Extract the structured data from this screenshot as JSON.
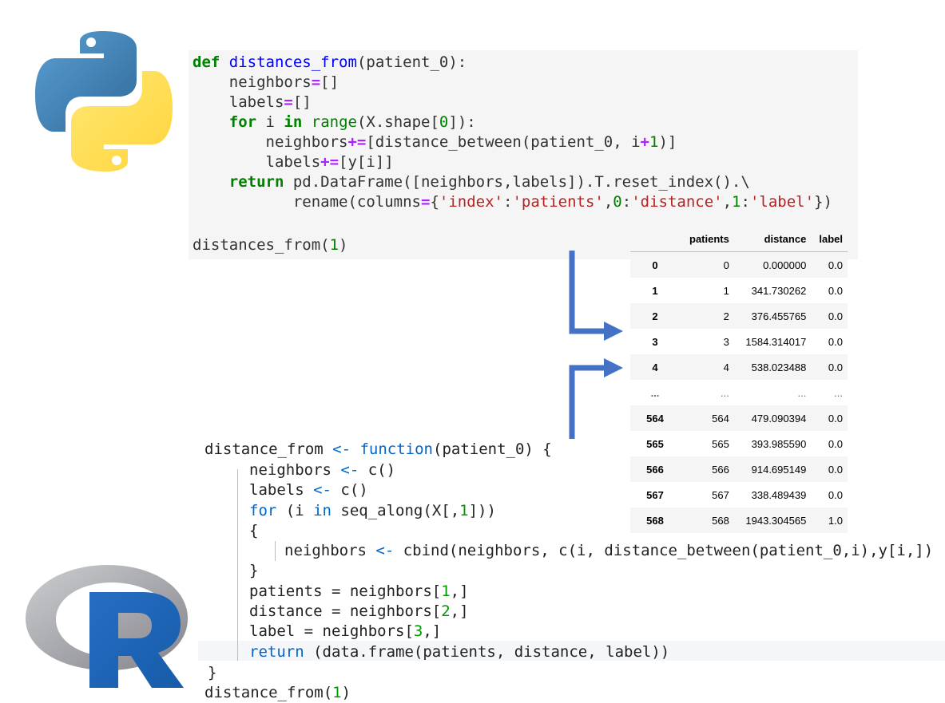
{
  "python_code": {
    "line1": {
      "kw": "def",
      "name": "distances_from",
      "rest": "(patient_0):"
    },
    "line2": {
      "a": "neighbors",
      "op": "=",
      "b": "[]"
    },
    "line3": {
      "a": "labels",
      "op": "=",
      "b": "[]"
    },
    "line4": {
      "kw1": "for",
      "a": " i ",
      "kw2": "in",
      "fn": "range",
      "b": "(X.shape[",
      "num": "0",
      "c": "]):"
    },
    "line5": {
      "a": "neighbors",
      "op": "+=",
      "b": "[distance_between(patient_0, i",
      "op2": "+",
      "num": "1",
      "c": ")]"
    },
    "line6": {
      "a": "labels",
      "op": "+=",
      "b": "[y[i]]"
    },
    "line7": {
      "kw": "return",
      "rest": " pd.DataFrame([neighbors,labels]).T.reset_index().\\"
    },
    "line8": {
      "a": "rename(columns",
      "op": "=",
      "b": "{",
      "s1": "'index'",
      "c1": ":",
      "s2": "'patients'",
      "c2": ",",
      "n0": "0",
      "c3": ":",
      "s3": "'distance'",
      "c4": ",",
      "n1": "1",
      "c5": ":",
      "s4": "'label'",
      "c6": "})"
    },
    "call": {
      "a": "distances_from(",
      "num": "1",
      "b": ")"
    }
  },
  "dataframe": {
    "columns": [
      "",
      "patients",
      "distance",
      "label"
    ],
    "rows": [
      [
        "0",
        "0",
        "0.000000",
        "0.0"
      ],
      [
        "1",
        "1",
        "341.730262",
        "0.0"
      ],
      [
        "2",
        "2",
        "376.455765",
        "0.0"
      ],
      [
        "3",
        "3",
        "1584.314017",
        "0.0"
      ],
      [
        "4",
        "4",
        "538.023488",
        "0.0"
      ],
      [
        "...",
        "...",
        "...",
        "..."
      ],
      [
        "564",
        "564",
        "479.090394",
        "0.0"
      ],
      [
        "565",
        "565",
        "393.985590",
        "0.0"
      ],
      [
        "566",
        "566",
        "914.695149",
        "0.0"
      ],
      [
        "567",
        "567",
        "338.489439",
        "0.0"
      ],
      [
        "568",
        "568",
        "1943.304565",
        "1.0"
      ]
    ]
  },
  "r_code": {
    "l1": {
      "a": "distance_from ",
      "arrow": "<-",
      "kw": " function",
      "b": "(patient_0) {"
    },
    "l2": {
      "a": "neighbors ",
      "arrow": "<-",
      "b": " c()"
    },
    "l3": {
      "a": "labels ",
      "arrow": "<-",
      "b": " c()"
    },
    "l4": {
      "kw1": "for",
      "a": " (i ",
      "kw2": "in",
      "b": " seq_along(X[,",
      "num": "1",
      "c": "]))"
    },
    "l5": {
      "a": "{"
    },
    "l6": {
      "a": "neighbors ",
      "arrow": "<-",
      "b": " cbind(neighbors, c(i, distance_between(patient_0,i),y[i,]) )"
    },
    "l7": {
      "a": "}"
    },
    "l8": {
      "a": "patients = neighbors[",
      "num": "1",
      "b": ",]"
    },
    "l9": {
      "a": "distance = neighbors[",
      "num": "2",
      "b": ",]"
    },
    "l10": {
      "a": "label = neighbors[",
      "num": "3",
      "b": ",]"
    },
    "l11": {
      "kw": "return",
      "a": " (data.frame(patients, distance, label))"
    },
    "l12": {
      "a": "}"
    },
    "l13": {
      "a": "distance_from(",
      "num": "1",
      "b": ")"
    }
  },
  "colors": {
    "arrow": "#4472c4",
    "python_blue": "#3a70a7",
    "python_yellow": "#f7c93b",
    "r_blue": "#1f63b8",
    "r_gray": "#8b8d93"
  }
}
